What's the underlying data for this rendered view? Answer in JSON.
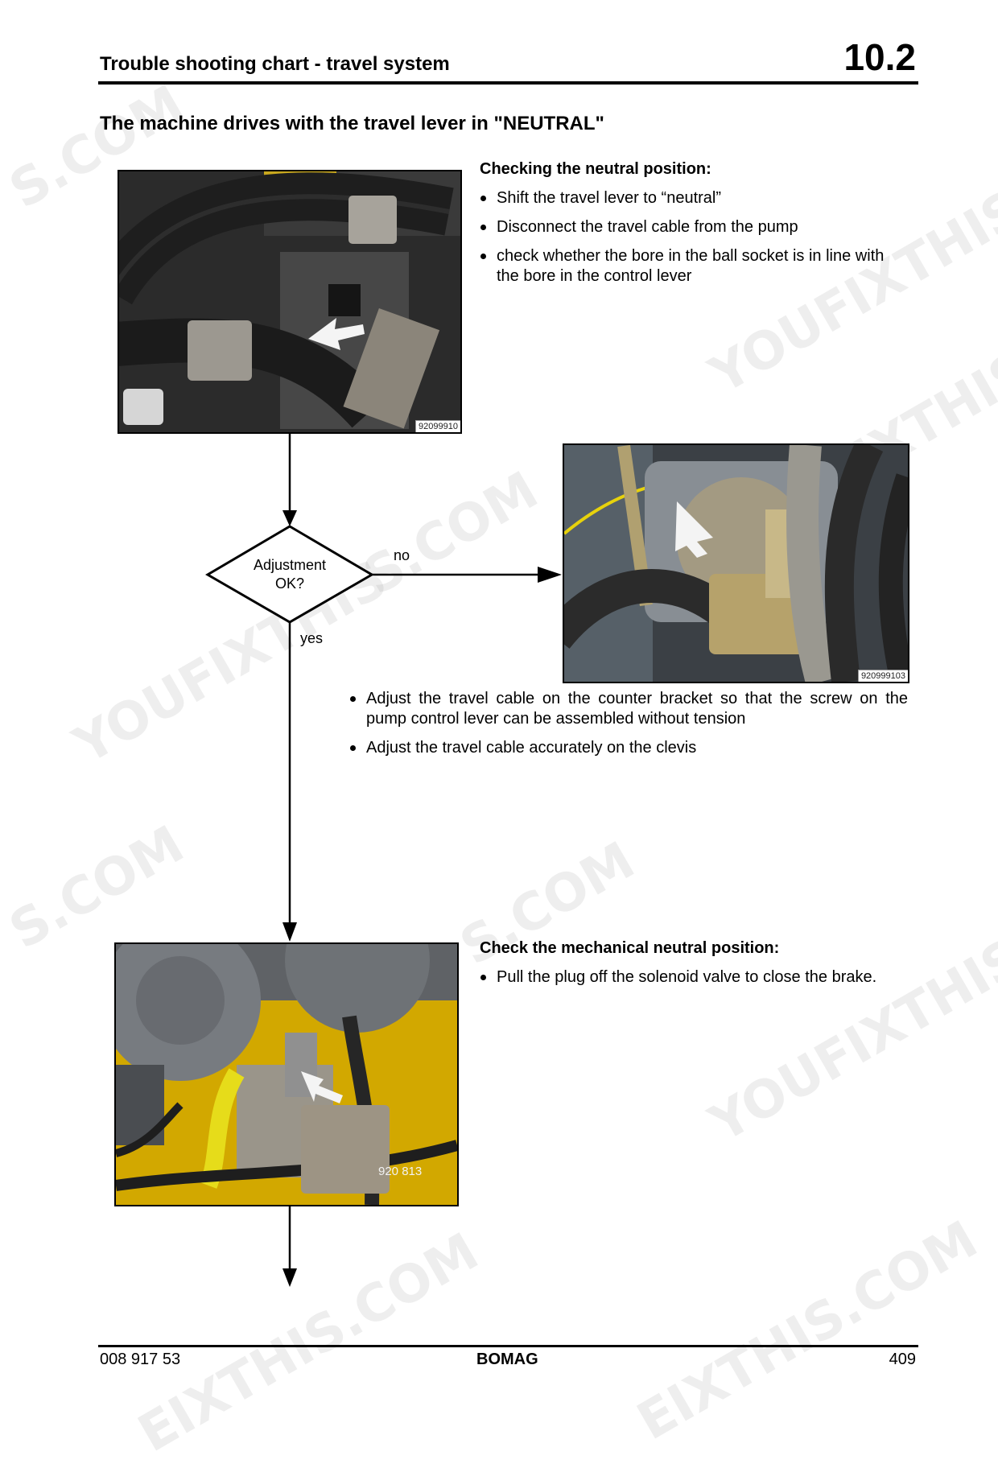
{
  "header": {
    "title": "Trouble shooting chart - travel system",
    "section_number": "10.2"
  },
  "page_heading": "The machine drives with the travel lever in \"NEUTRAL\"",
  "step1": {
    "title": "Checking the neutral position:",
    "bullets": [
      "Shift the travel lever  to “neutral”",
      "Disconnect the travel cable from the pump",
      "check whether the bore in the ball socket is in line with the bore in the control lever"
    ],
    "photo_id": "92099910"
  },
  "decision": {
    "line1": "Adjustment",
    "line2": "OK?",
    "no_label": "no",
    "yes_label": "yes"
  },
  "adjust": {
    "photo_id": "920999103",
    "bullets": [
      "Adjust the travel cable on the counter bracket so that the screw on the pump control lever can be assembled without tension",
      "Adjust the travel cable accurately on the clevis"
    ]
  },
  "step2": {
    "title": "Check the mechanical neutral position:",
    "bullets": [
      "Pull the plug off the solenoid valve to close the brake."
    ],
    "photo_id": "920 813"
  },
  "footer": {
    "doc_number": "008 917 53",
    "brand": "BOMAG",
    "page_number": "409"
  },
  "watermarks": [
    "S.COM",
    "YOUFIXTHIS",
    "S.COM",
    "YOUFIXTHIS",
    "S.COM",
    "YOUFIXTHIS",
    "S.COM",
    "YOUFIXTHIS",
    "EIXTHIS.COM",
    "EIXTHIS.COM"
  ]
}
